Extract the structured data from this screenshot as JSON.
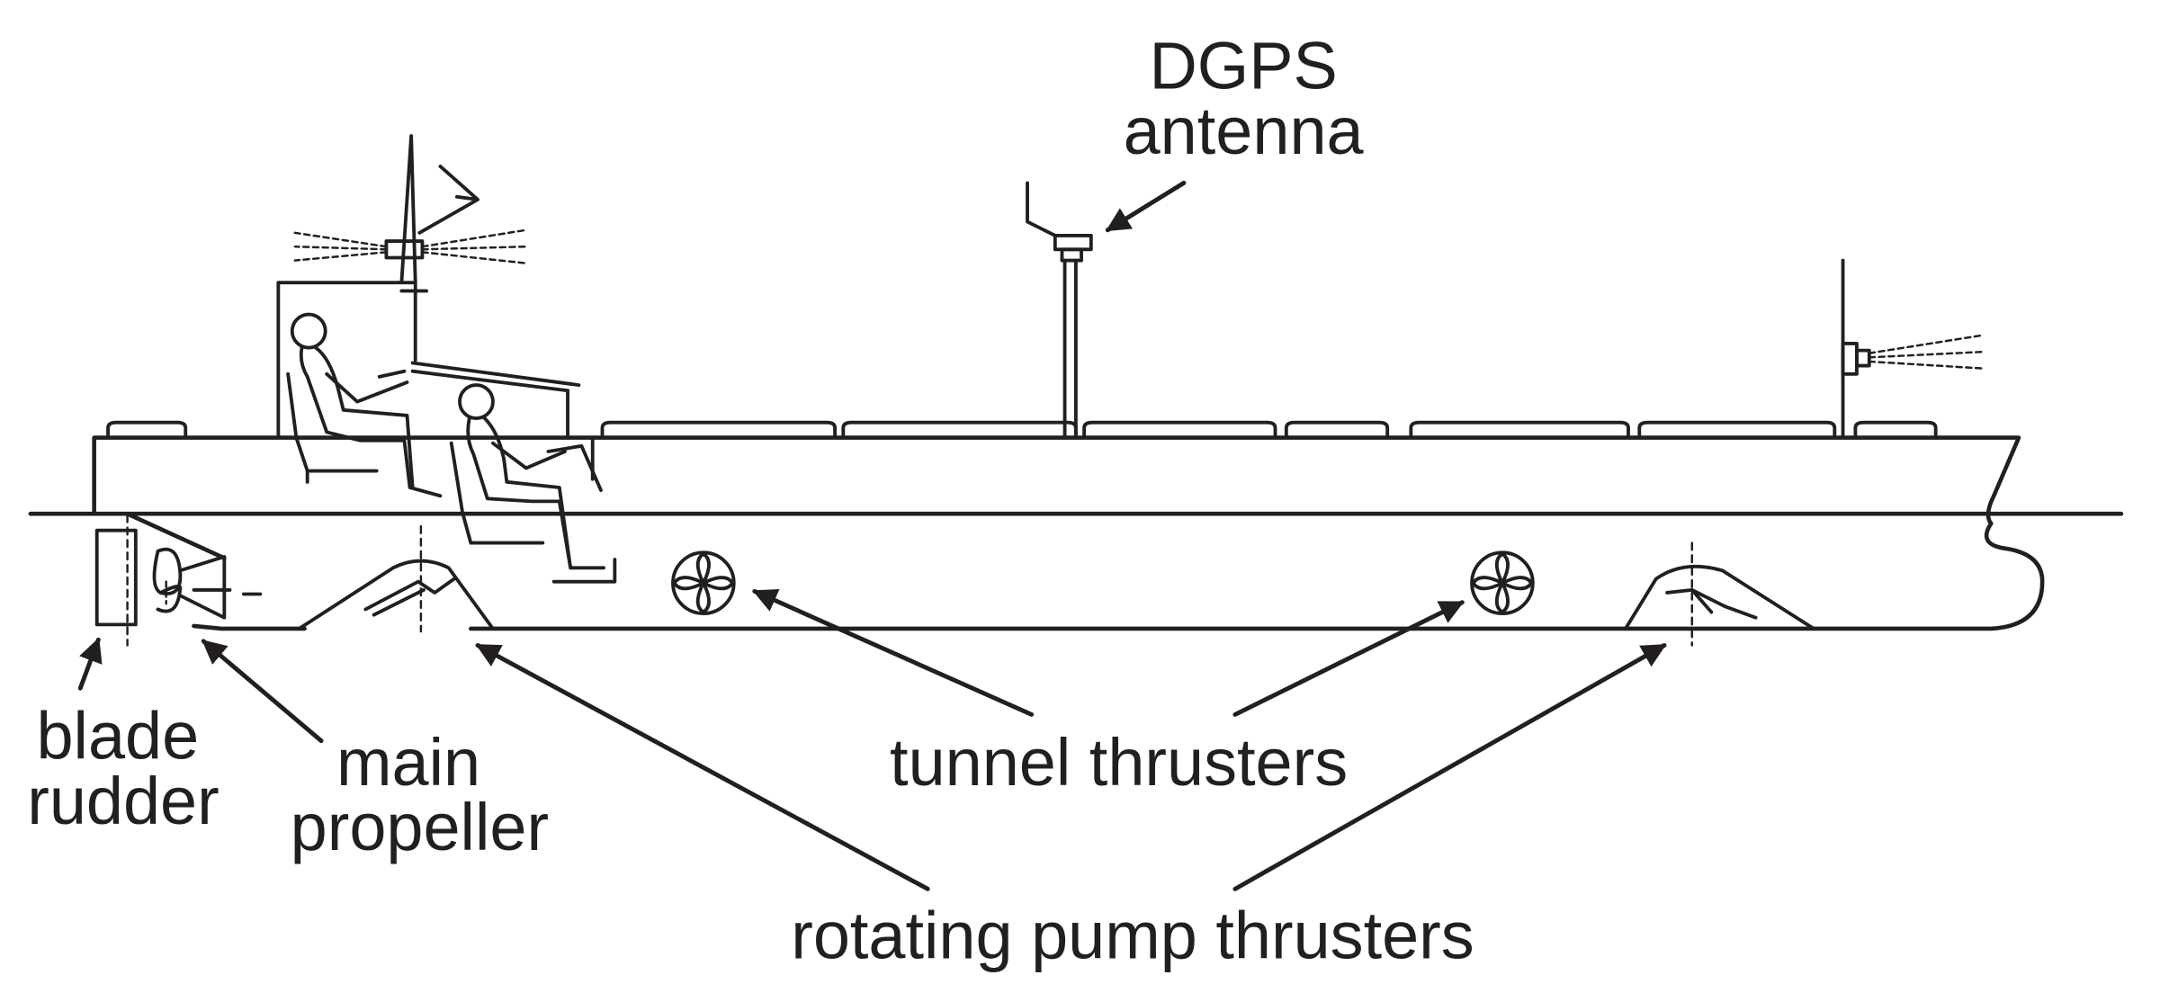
{
  "labels": {
    "dgps_antenna": [
      "DGPS",
      "antenna"
    ],
    "blade_rudder": [
      "blade",
      "rudder"
    ],
    "main_propeller": [
      "main",
      "propeller"
    ],
    "tunnel_thrusters": "tunnel thrusters",
    "rotating_pump_thrusters": "rotating pump thrusters"
  },
  "colors": {
    "ink": "#231f20",
    "background": "#ffffff"
  }
}
